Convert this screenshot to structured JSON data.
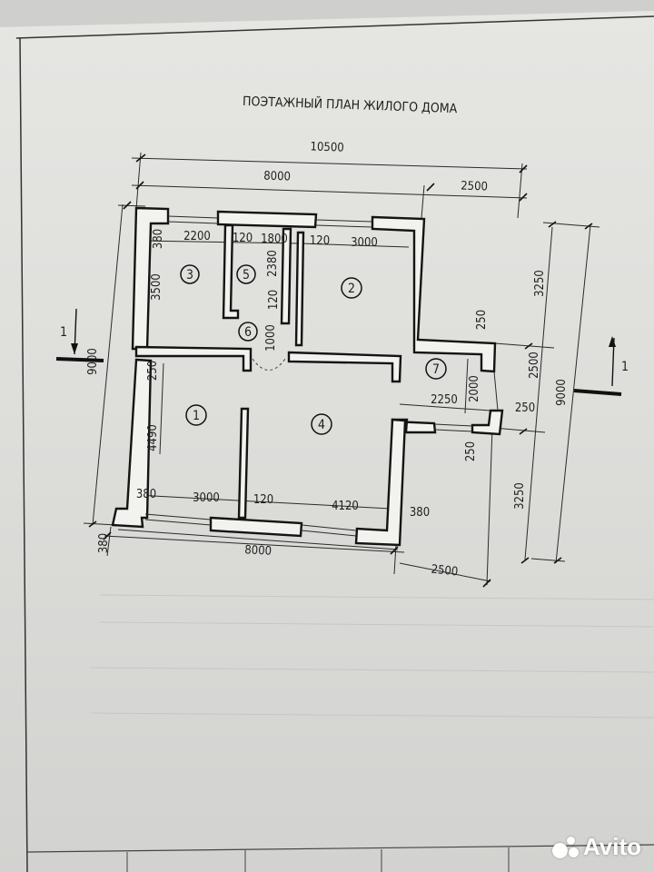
{
  "title": "ПОЭТАЖНЫЙ ПЛАН ЖИЛОГО ДОМА",
  "dimensions": {
    "top_total": "10500",
    "top_main": "8000",
    "top_ext": "2500",
    "bottom_main": "8000",
    "bottom_ext": "2500",
    "bottom_wall": "380",
    "left_total": "9000",
    "right_total": "9000",
    "right_upper": "3250",
    "right_middle": "2500",
    "right_lower": "3250",
    "room3_w": "2200",
    "p_120_a": "120",
    "room5_w": "1800",
    "p_120_b": "120",
    "room2_w": "3000",
    "wall_380_top": "380",
    "room3_h": "3500",
    "room5_h": "2380",
    "p_120_v": "120",
    "corr_1000": "1000",
    "p_250_top": "250",
    "ext_250_a": "250",
    "ext_2000": "2000",
    "ext_2250": "2250",
    "ext_250_b": "250",
    "ext_250_c": "250",
    "room1_h": "4490",
    "wall_380_l": "380",
    "room1_w": "3000",
    "p_120_c": "120",
    "room4_w": "4120",
    "wall_380_r": "380"
  },
  "rooms": [
    "1",
    "2",
    "3",
    "4",
    "5",
    "6",
    "7"
  ],
  "section_marks": {
    "left": "1",
    "right": "1"
  },
  "watermark": "Avito"
}
